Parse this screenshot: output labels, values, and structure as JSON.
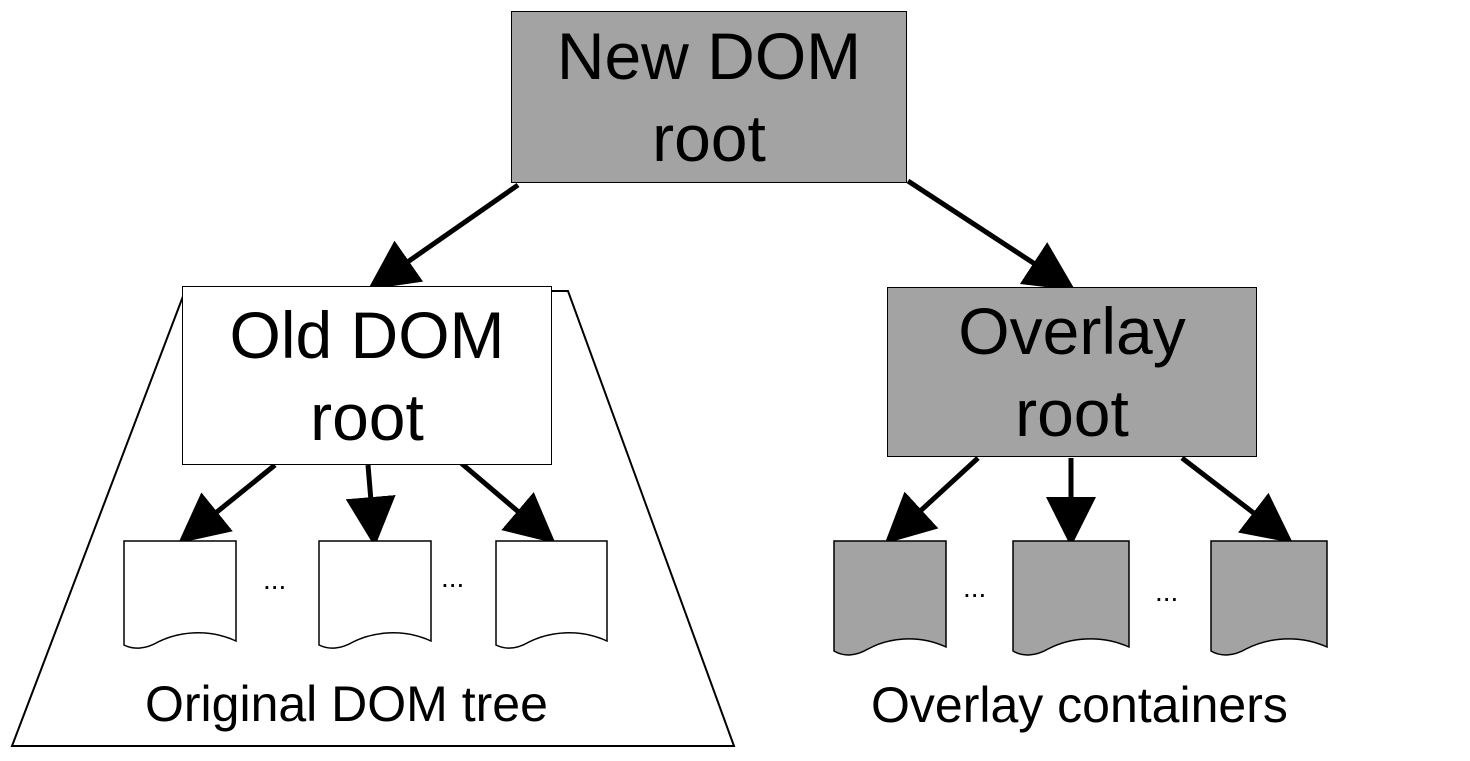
{
  "nodes": {
    "new_root": "New DOM\nroot",
    "old_root": "Old DOM\nroot",
    "overlay_root": "Overlay\nroot"
  },
  "ellipsis": "...",
  "captions": {
    "original_tree": "Original DOM tree",
    "overlay_containers": "Overlay containers"
  },
  "colors": {
    "overlay_fill": "#a3a3a3",
    "original_fill": "#ffffff",
    "stroke": "#000000"
  }
}
